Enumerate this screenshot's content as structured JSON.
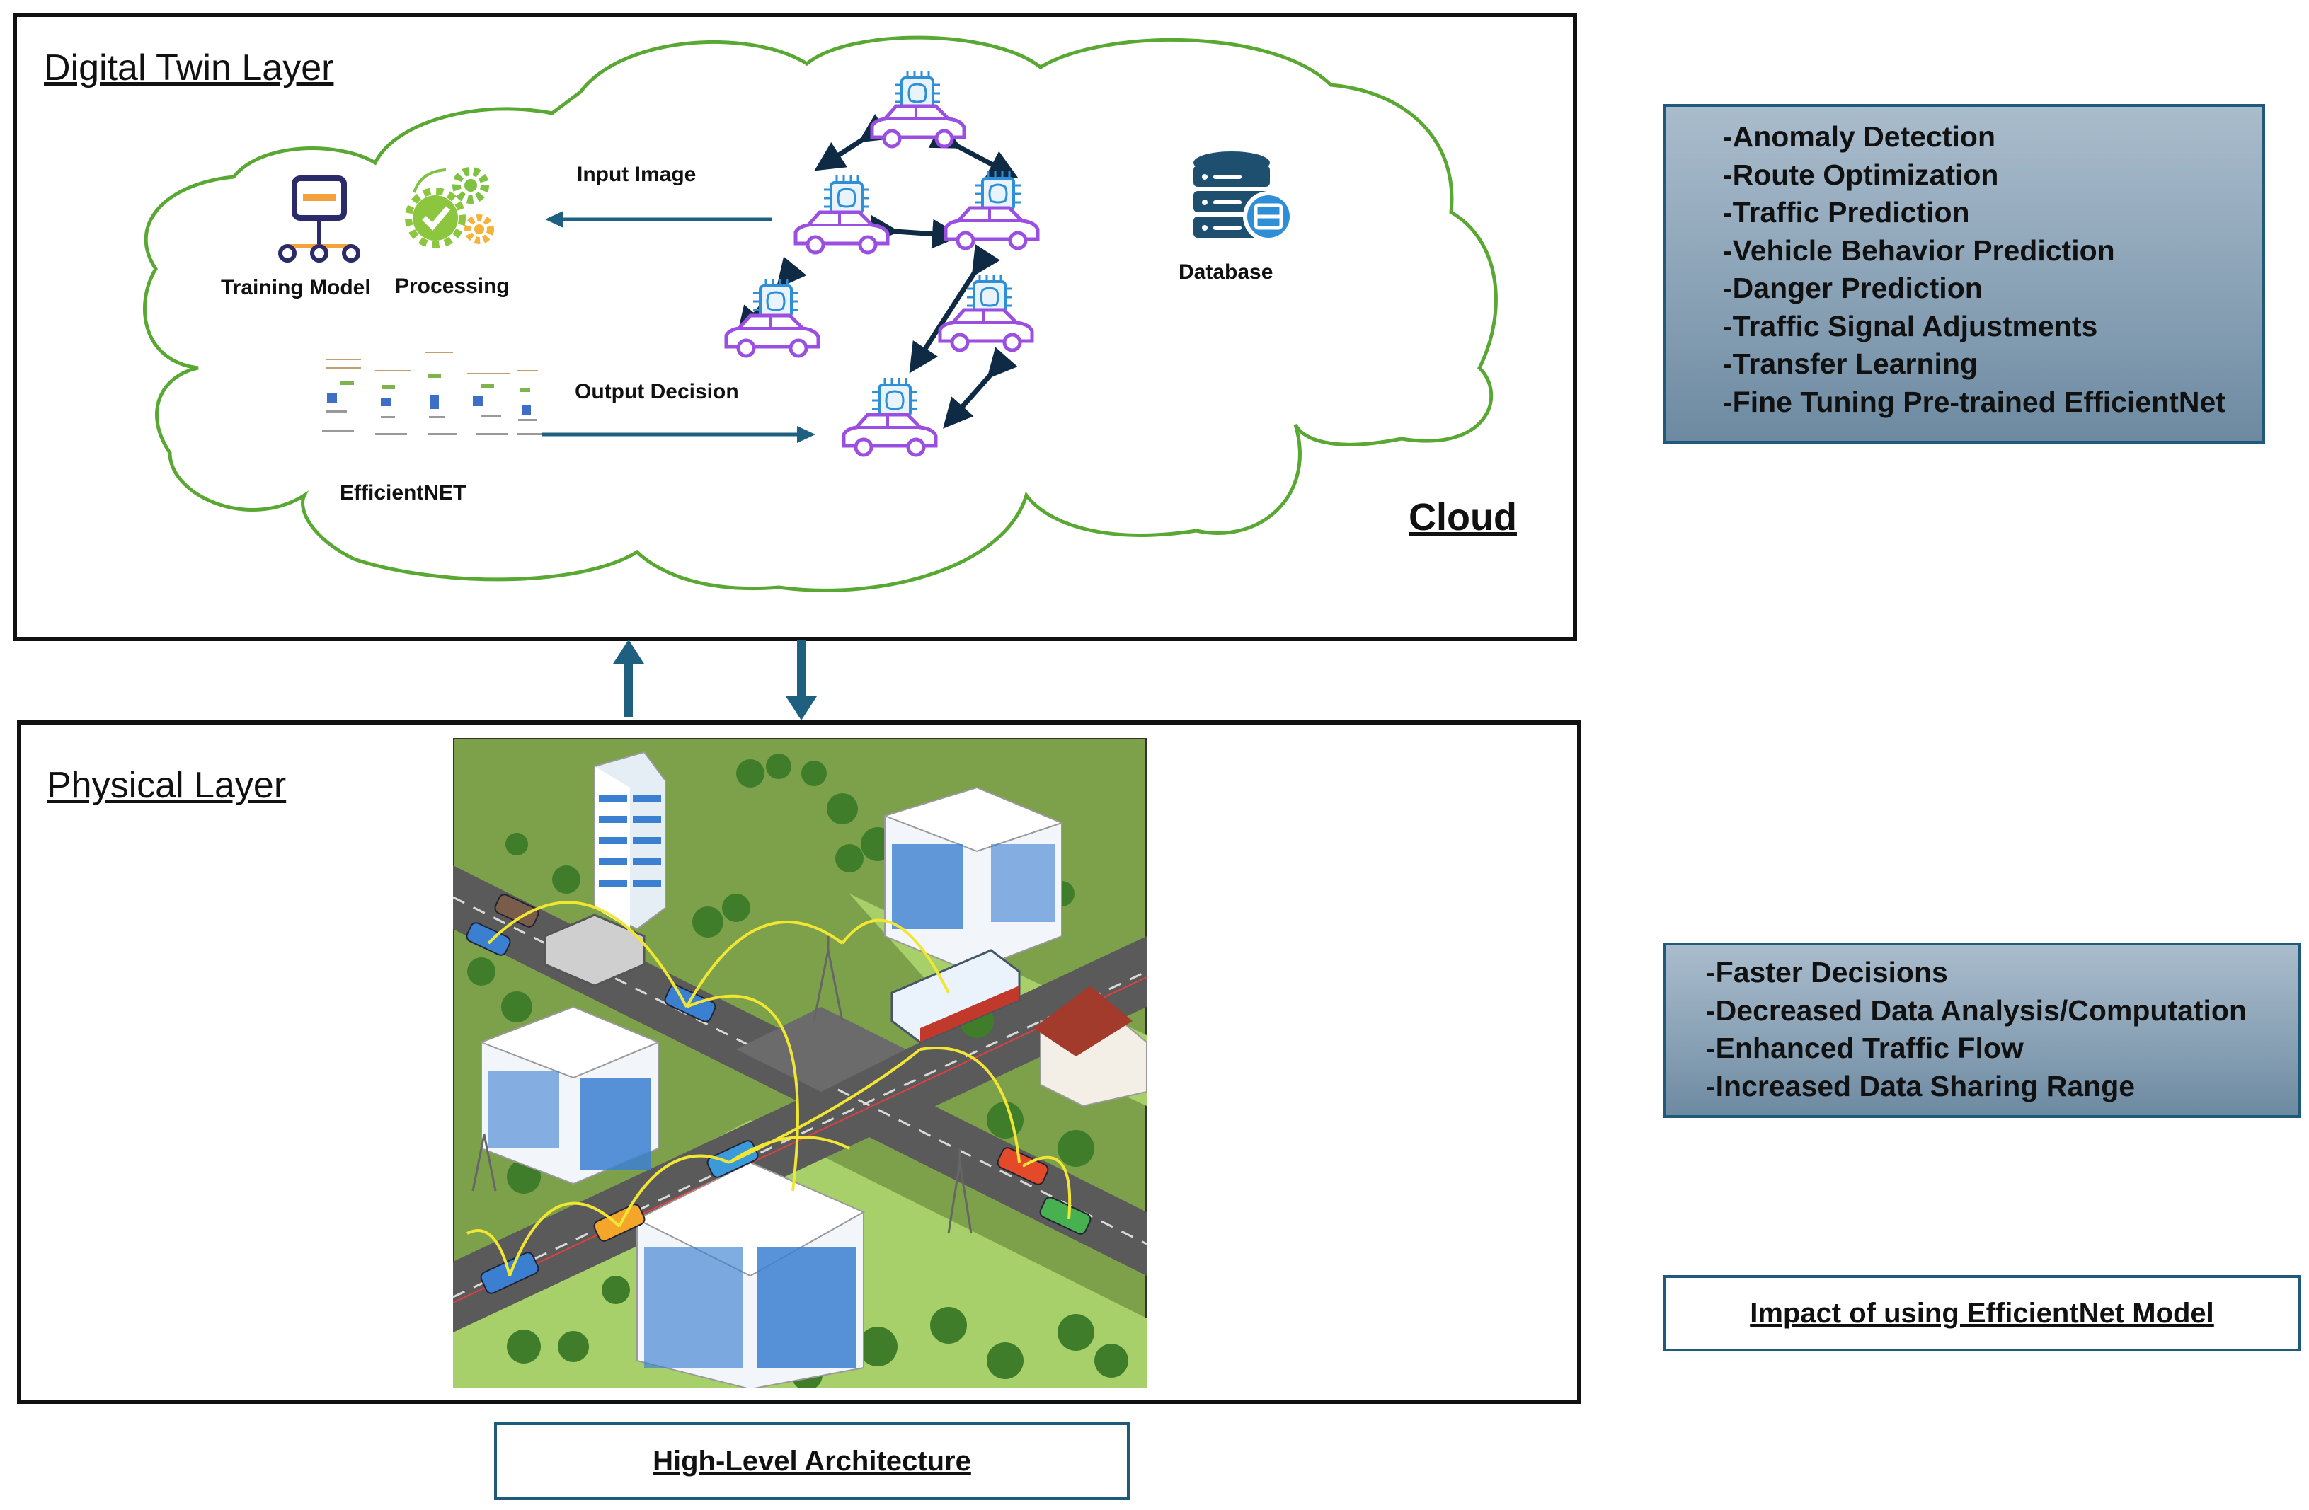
{
  "digital_twin_layer": {
    "title": "Digital Twin Layer",
    "cloud_label": "Cloud",
    "training_model_label": "Training Model",
    "processing_label": "Processing",
    "input_image_label": "Input Image",
    "output_decision_label": "Output Decision",
    "efficientnet_label": "EfficientNET",
    "database_label": "Database"
  },
  "physical_layer": {
    "title": "Physical Layer"
  },
  "capabilities_panel": {
    "items": [
      "-Anomaly Detection",
      "-Route Optimization",
      "-Traffic Prediction",
      "-Vehicle Behavior Prediction",
      "-Danger Prediction",
      "-Traffic Signal Adjustments",
      "-Transfer Learning",
      "-Fine Tuning Pre-trained EfficientNet"
    ]
  },
  "impact_panel": {
    "items": [
      "-Faster Decisions",
      "-Decreased Data Analysis/Computation",
      "-Enhanced Traffic Flow",
      "-Increased Data Sharing Range"
    ]
  },
  "impact_caption": "Impact of using EfficientNet Model",
  "architecture_caption": "High-Level Architecture",
  "colors": {
    "panel_border": "#1f5a7a",
    "cloud_outline": "#5aa834",
    "arrow": "#1f5f80",
    "car_outline": "#9b4fe0",
    "chip_blue": "#2f8fd6"
  }
}
